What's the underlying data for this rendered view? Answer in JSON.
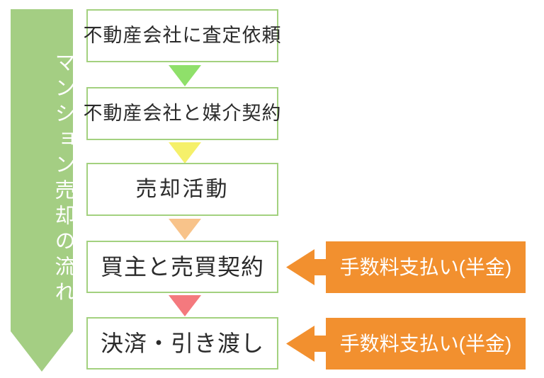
{
  "banner": {
    "label": "マンション売却の流れ",
    "color": "#a4ce83",
    "text_color": "#ffffff"
  },
  "flow": {
    "box_border_color": "#a3d17f",
    "box_text_color": "#2b2b2b",
    "steps": [
      {
        "label": "不動産会社に査定依頼"
      },
      {
        "label": "不動産会社と媒介契約"
      },
      {
        "label": "売却活動"
      },
      {
        "label": "買主と売買契約"
      },
      {
        "label": "決済・引き渡し"
      }
    ],
    "connectors": [
      {
        "name": "connector-green",
        "color": "#8fe06a"
      },
      {
        "name": "connector-yellow",
        "color": "#f5f06a"
      },
      {
        "name": "connector-peach",
        "color": "#f8c38a"
      },
      {
        "name": "connector-pink",
        "color": "#f4797e"
      }
    ]
  },
  "callouts": {
    "color": "#f2902f",
    "text_color": "#ffffff",
    "items": [
      {
        "label": "手数料支払い(半金)",
        "target_step": "買主と売買契約"
      },
      {
        "label": "手数料支払い(半金)",
        "target_step": "決済・引き渡し"
      }
    ]
  }
}
